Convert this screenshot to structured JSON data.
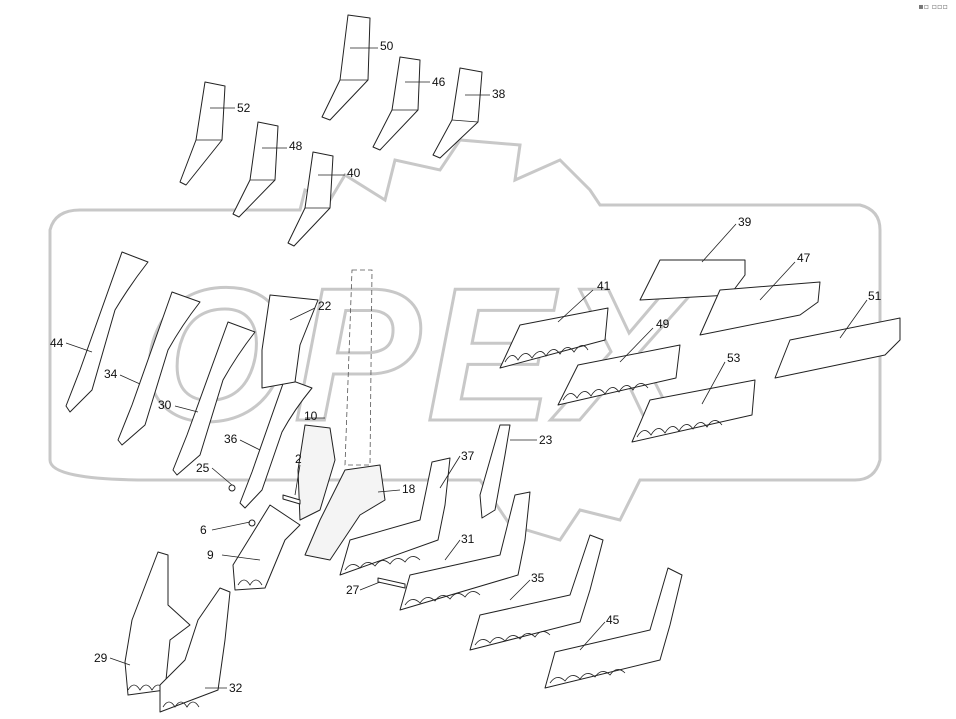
{
  "corner_mark": "▪▫ ▫▫▫",
  "watermark": {
    "text": "OPEX",
    "color": "#c8c8c8"
  },
  "callouts": [
    {
      "n": "50",
      "shape": "blade"
    },
    {
      "n": "46",
      "shape": "blade"
    },
    {
      "n": "38",
      "shape": "blade"
    },
    {
      "n": "52",
      "shape": "blade"
    },
    {
      "n": "48",
      "shape": "blade"
    },
    {
      "n": "40",
      "shape": "blade"
    },
    {
      "n": "39",
      "shape": "plate"
    },
    {
      "n": "47",
      "shape": "plate"
    },
    {
      "n": "51",
      "shape": "plate"
    },
    {
      "n": "41",
      "shape": "serrated"
    },
    {
      "n": "49",
      "shape": "serrated"
    },
    {
      "n": "53",
      "shape": "serrated"
    },
    {
      "n": "44",
      "shape": "curved-blade"
    },
    {
      "n": "34",
      "shape": "curved-blade"
    },
    {
      "n": "30",
      "shape": "curved-blade"
    },
    {
      "n": "36",
      "shape": "curved-blade"
    },
    {
      "n": "22",
      "shape": "guard"
    },
    {
      "n": "23",
      "shape": "guard"
    },
    {
      "n": "10",
      "shape": "bracket"
    },
    {
      "n": "18",
      "shape": "bracket"
    },
    {
      "n": "2",
      "shape": "bolt"
    },
    {
      "n": "25",
      "shape": "bolt"
    },
    {
      "n": "6",
      "shape": "bolt"
    },
    {
      "n": "27",
      "shape": "bolt"
    },
    {
      "n": "9",
      "shape": "shoe"
    },
    {
      "n": "37",
      "shape": "share"
    },
    {
      "n": "31",
      "shape": "share"
    },
    {
      "n": "35",
      "shape": "share"
    },
    {
      "n": "45",
      "shape": "share"
    },
    {
      "n": "29",
      "shape": "point"
    },
    {
      "n": "32",
      "shape": "point"
    }
  ]
}
